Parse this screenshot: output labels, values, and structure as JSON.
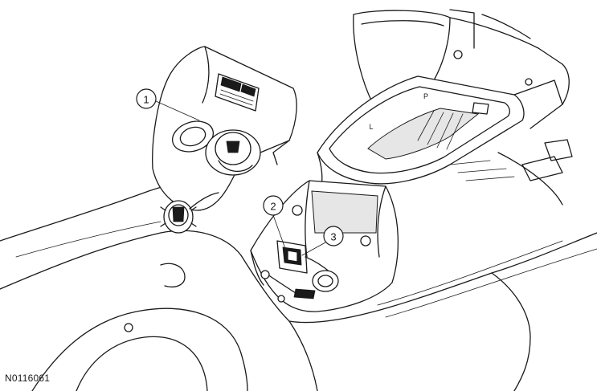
{
  "callouts": [
    {
      "number": "1"
    },
    {
      "number": "2"
    },
    {
      "number": "3"
    }
  ],
  "gear_labels": {
    "left": "L",
    "center": "P"
  },
  "figure_reference": "N0116061",
  "colors": {
    "line": "#1a1a1a",
    "background": "#ffffff"
  }
}
